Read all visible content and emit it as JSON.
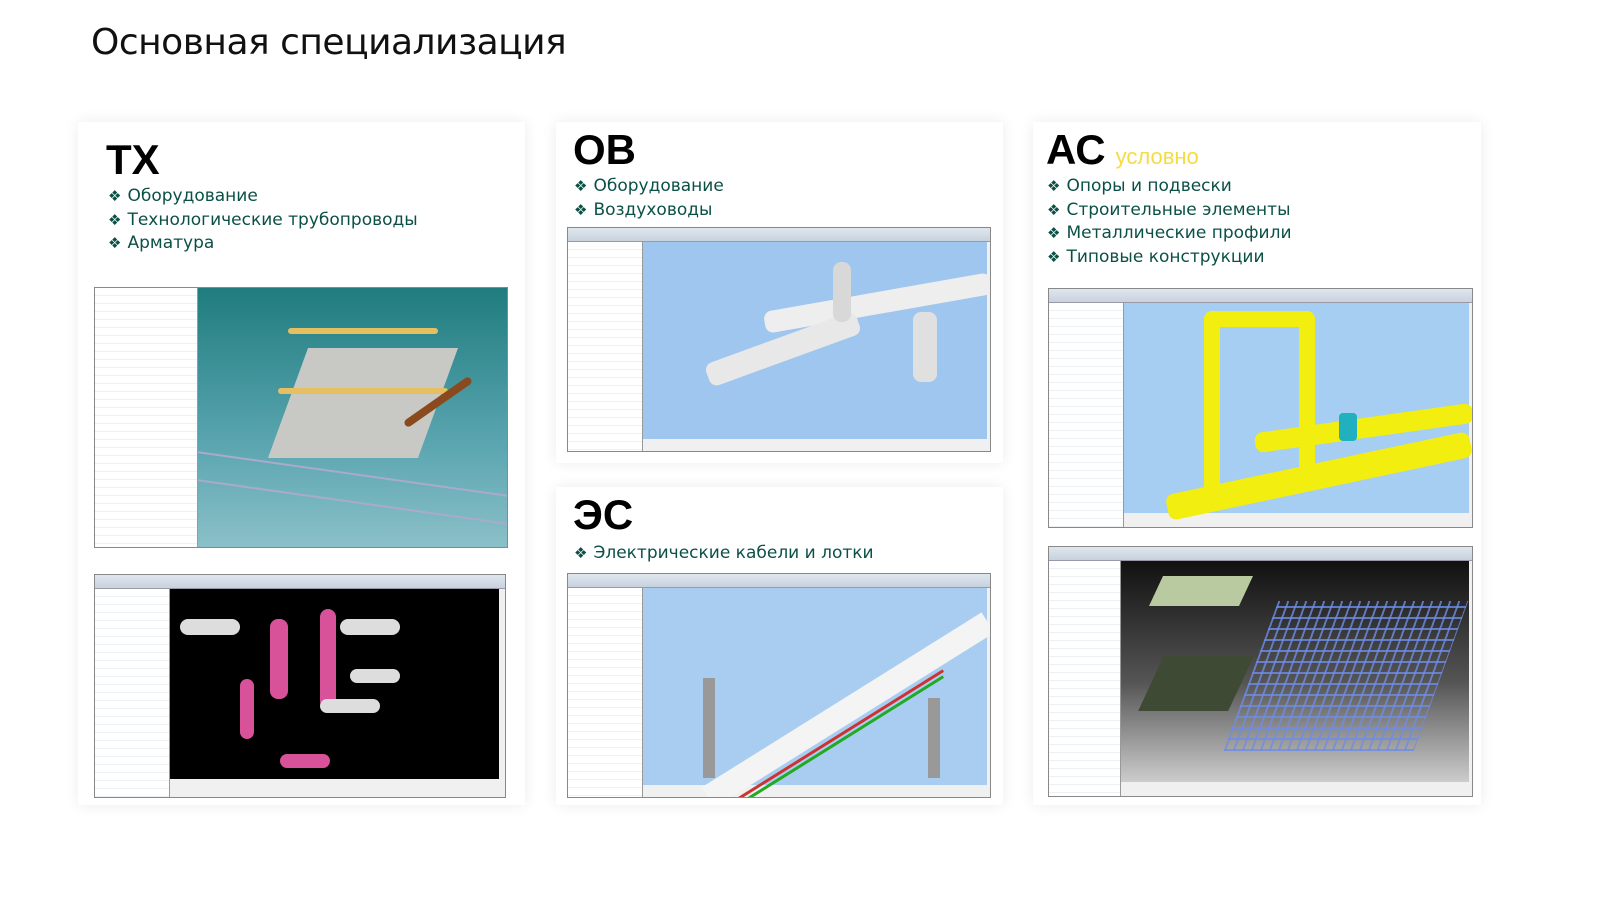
{
  "title": "Основная специализация",
  "panels": {
    "tx": {
      "heading": "ТХ",
      "items": [
        "Оборудование",
        "Технологические трубопроводы",
        "Арматура"
      ]
    },
    "ov": {
      "heading": "ОВ",
      "items": [
        "Оборудование",
        "Воздуховоды"
      ]
    },
    "es": {
      "heading": "ЭС",
      "items": [
        "Электрические кабели и лотки"
      ]
    },
    "as": {
      "heading": "АС",
      "note": "условно",
      "items": [
        "Опоры и подвески",
        "Строительные элементы",
        "Металлические профили",
        "Типовые конструкции"
      ]
    }
  },
  "bullet": "❖",
  "colors": {
    "text": "#0b5046",
    "accent": "#f5dc45"
  }
}
